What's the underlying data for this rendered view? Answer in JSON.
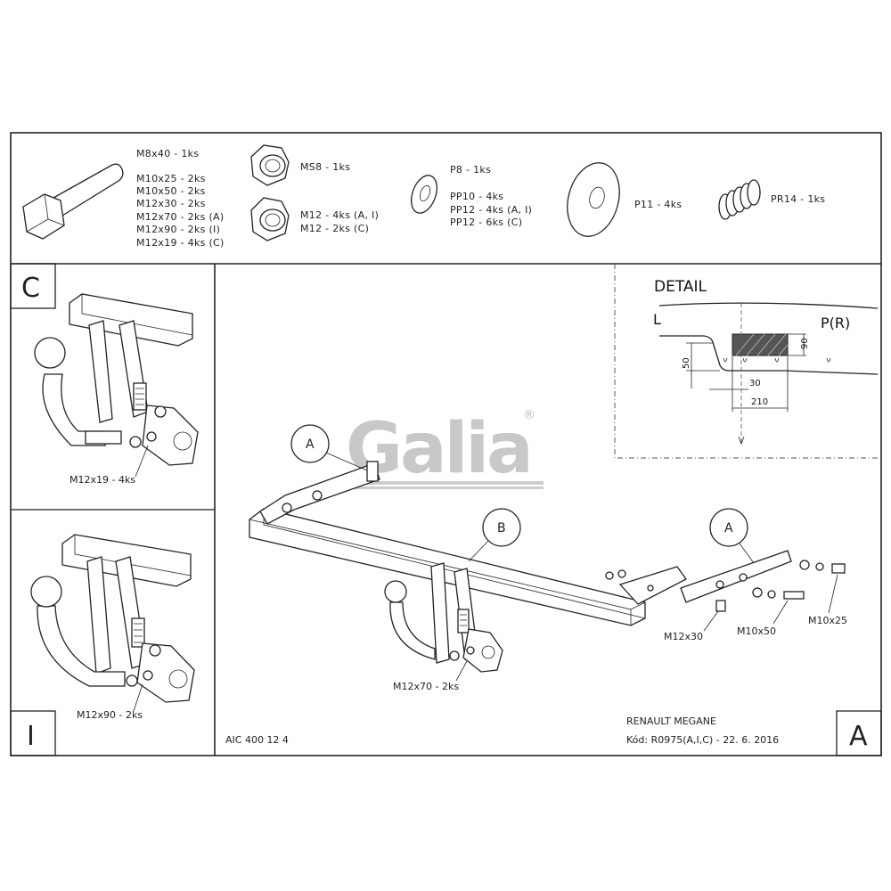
{
  "parts_header": {
    "bolt_labels": [
      "M8x40 - 1ks",
      "M10x25 - 2ks",
      "M10x50 - 2ks",
      "M12x30 - 2ks",
      "M12x70 - 2ks (A)",
      "M12x90 - 2ks (I)",
      "M12x19 - 4ks (C)"
    ],
    "nut_top_label": "MS8 - 1ks",
    "nut_bottom_labels": [
      "M12 - 4ks (A, I)",
      "M12 - 2ks (C)"
    ],
    "washer_small_labels": [
      "P8 - 1ks",
      "PP10 - 4ks",
      "PP12 - 4ks (A, I)",
      "PP12 - 6ks (C)"
    ],
    "washer_large_label": "P11 - 4ks",
    "spring_label": "PR14 - 1ks"
  },
  "panel_c": {
    "letter": "C",
    "bolt_label": "M12x19 - 4ks"
  },
  "panel_i": {
    "letter": "I",
    "bolt_label": "M12x90 - 2ks"
  },
  "main": {
    "brand": "Galia",
    "registered": "®",
    "callout_a_left": "A",
    "callout_b": "B",
    "callout_a_right": "A",
    "bolt_m12x30": "M12x30",
    "bolt_m10x50": "M10x50",
    "bolt_m10x25": "M10x25",
    "bolt_m12x70": "M12x70 - 2ks",
    "code": "AIC 400 12 4",
    "vehicle": "RENAULT MEGANE",
    "kod": "Kód: R0975(A,I,C) - 22. 6. 2016",
    "variant_letter": "A"
  },
  "detail": {
    "title": "DETAIL",
    "label_l": "L",
    "label_p": "P(R)",
    "dim_90": "90",
    "dim_50": "50",
    "dim_30": "30",
    "dim_210": "210"
  }
}
